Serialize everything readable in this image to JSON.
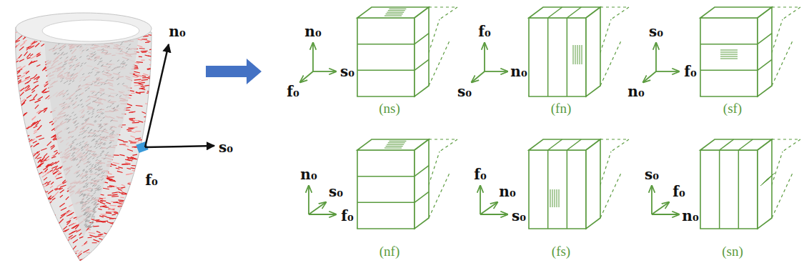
{
  "diagram": {
    "labels": [
      "n₀",
      "f₀",
      "s₀",
      "n₀",
      "f₀",
      "s₀",
      "(ns)",
      "f₀",
      "s₀",
      "n₀",
      "(fn)",
      "s₀",
      "n₀",
      "f₀",
      "(sf)",
      "n₀",
      "s₀",
      "f₀",
      "(nf)",
      "f₀",
      "n₀",
      "s₀",
      "(fs)",
      "s₀",
      "f₀",
      "n₀",
      "(sn)"
    ]
  }
}
